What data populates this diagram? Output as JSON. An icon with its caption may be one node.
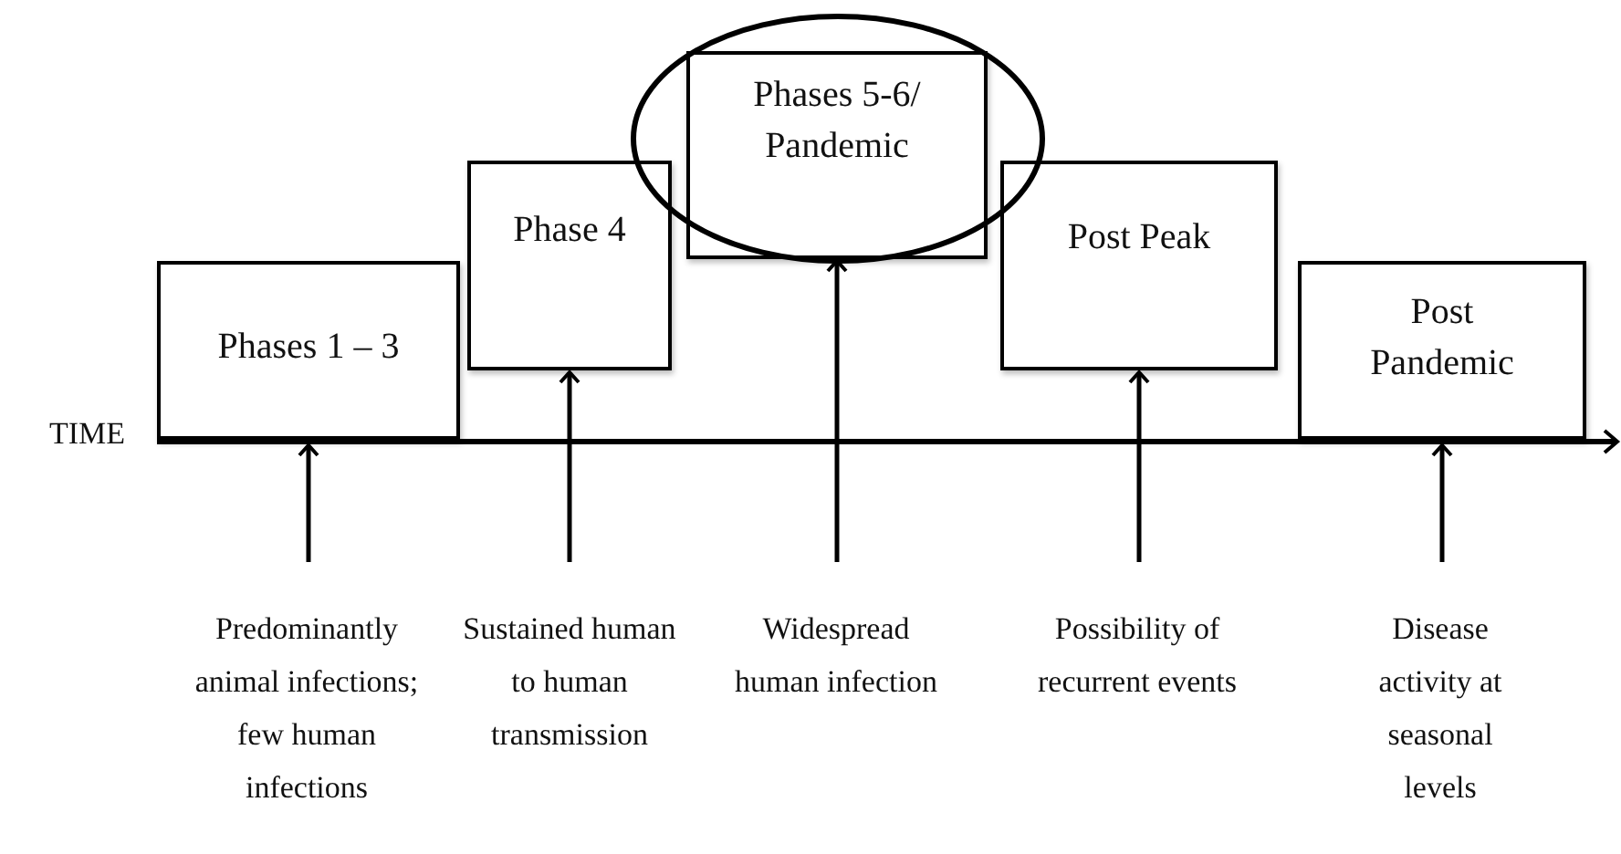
{
  "diagram": {
    "nodes": [
      {
        "text": [
          "Phases 1 – 3"
        ]
      },
      {
        "text": [
          "Phase 4"
        ]
      },
      {
        "text": [
          "Phases 5-6/ Pandemic"
        ]
      },
      {
        "text": [
          "Post Peak"
        ]
      },
      {
        "text": [
          "Post Pandemic"
        ]
      },
      {
        "text": [
          "Predominantly animal infections; few human infections"
        ]
      },
      {
        "text": [
          "Sustained human to human transmission"
        ]
      },
      {
        "text": [
          "Widespread human infection"
        ]
      },
      {
        "text": [
          "Possibility of recurrent events"
        ]
      },
      {
        "text": [
          "Disease activity at seasonal levels"
        ]
      }
    ],
    "edges": [
      {
        "from": 5,
        "to": 0,
        "arrow": "to"
      },
      {
        "from": 6,
        "to": 1,
        "arrow": "to"
      },
      {
        "from": 7,
        "to": 2,
        "arrow": "to"
      },
      {
        "from": 8,
        "to": 3,
        "arrow": "to"
      },
      {
        "from": 9,
        "to": 4,
        "arrow": "to"
      }
    ],
    "labels": [
      "TIME"
    ]
  }
}
